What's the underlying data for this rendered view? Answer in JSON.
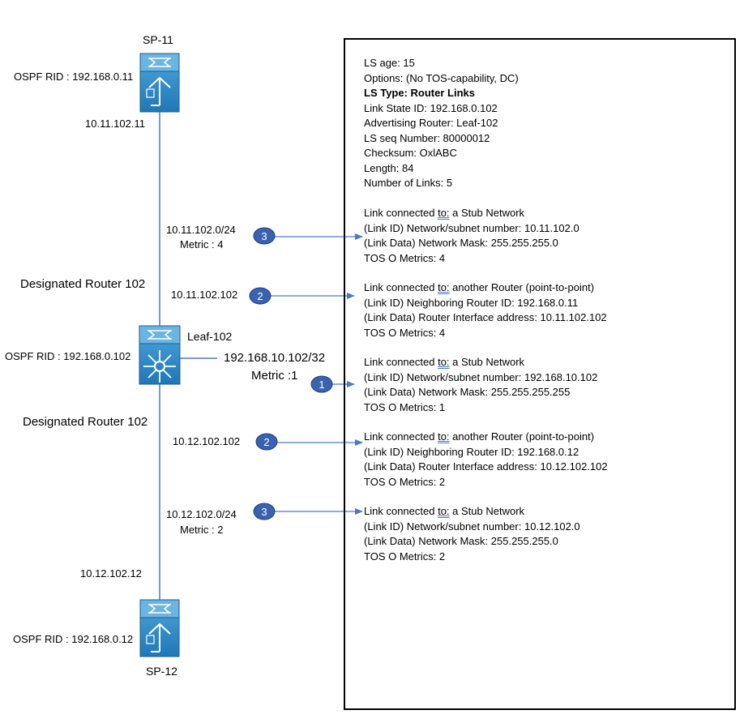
{
  "devices": {
    "sp11": {
      "name": "SP-11",
      "rid": "OSPF RID : 192.168.0.11",
      "ip": "10.11.102.11"
    },
    "leaf": {
      "name": "Leaf-102",
      "rid": "OSPF RID : 192.168.0.102"
    },
    "sp12": {
      "name": "SP-12",
      "rid": "OSPF RID : 192.168.0.12",
      "ip": "10.12.102.12"
    }
  },
  "labels": {
    "dr_top": "Designated Router 102",
    "dr_bottom": "Designated Router 102",
    "net_top": "10.11.102.0/24",
    "metric_top": "Metric : 4",
    "ip_top": "10.11.102.102",
    "loopback": "192.168.10.102/32",
    "metric_loopback": "Metric :1",
    "ip_bottom": "10.12.102.102",
    "net_bottom": "10.12.102.0/24",
    "metric_bottom": "Metric : 2"
  },
  "markers": [
    "3",
    "2",
    "1",
    "2",
    "3"
  ],
  "lsa": {
    "header": [
      "LS age: 15",
      "Options: (No TOS-capability, DC)",
      "LS Type: Router Links",
      "Link State ID: 192.168.0.102",
      "Advertising Router: Leaf-102",
      "LS seq Number: 80000012",
      "Checksum: OxlABC",
      "Length: 84",
      "Number of Links: 5"
    ],
    "links": [
      {
        "prefix": "Link connected ",
        "to": "to:",
        "suffix": " a Stub Network",
        "lines": [
          "(Link ID) Network/subnet number: 10.11.102.0",
          "(Link Data) Network Mask: 255.255.255.0",
          "TOS O Metrics: 4"
        ]
      },
      {
        "prefix": "Link connected ",
        "to": "to:",
        "suffix": " another Router (point-to-point)",
        "lines": [
          "(Link ID) Neighboring Router ID: 192.168.0.11",
          "(Link Data) Router Interface address: 10.11.102.102",
          "TOS O Metrics: 4"
        ]
      },
      {
        "prefix": "Link connected ",
        "to": "to:",
        "suffix": " a Stub Network",
        "lines": [
          "(Link ID) Network/subnet number: 192.168.10.102",
          "(Link Data) Network Mask: 255.255.255.255",
          "TOS O Metrics: 1"
        ]
      },
      {
        "prefix": "Link connected ",
        "to": "to:",
        "suffix": " another Router (point-to-point)",
        "lines": [
          "(Link ID) Neighboring Router ID: 192.168.0.12",
          "(Link Data) Router Interface address: 10.12.102.102",
          "TOS O Metrics: 2"
        ]
      },
      {
        "prefix": "Link connected ",
        "to": "to:",
        "suffix": " a Stub Network",
        "lines": [
          "(Link ID) Network/subnet number: 10.12.102.0",
          "(Link Data) Network Mask: 255.255.255.0",
          "TOS O Metrics: 2"
        ]
      }
    ]
  },
  "colors": {
    "device": "#2f8fc9",
    "device_dark": "#1f6fa8",
    "marker": "#3a62b1",
    "arrow": "#4a7ac8",
    "link_line": "#4a7ac8"
  }
}
